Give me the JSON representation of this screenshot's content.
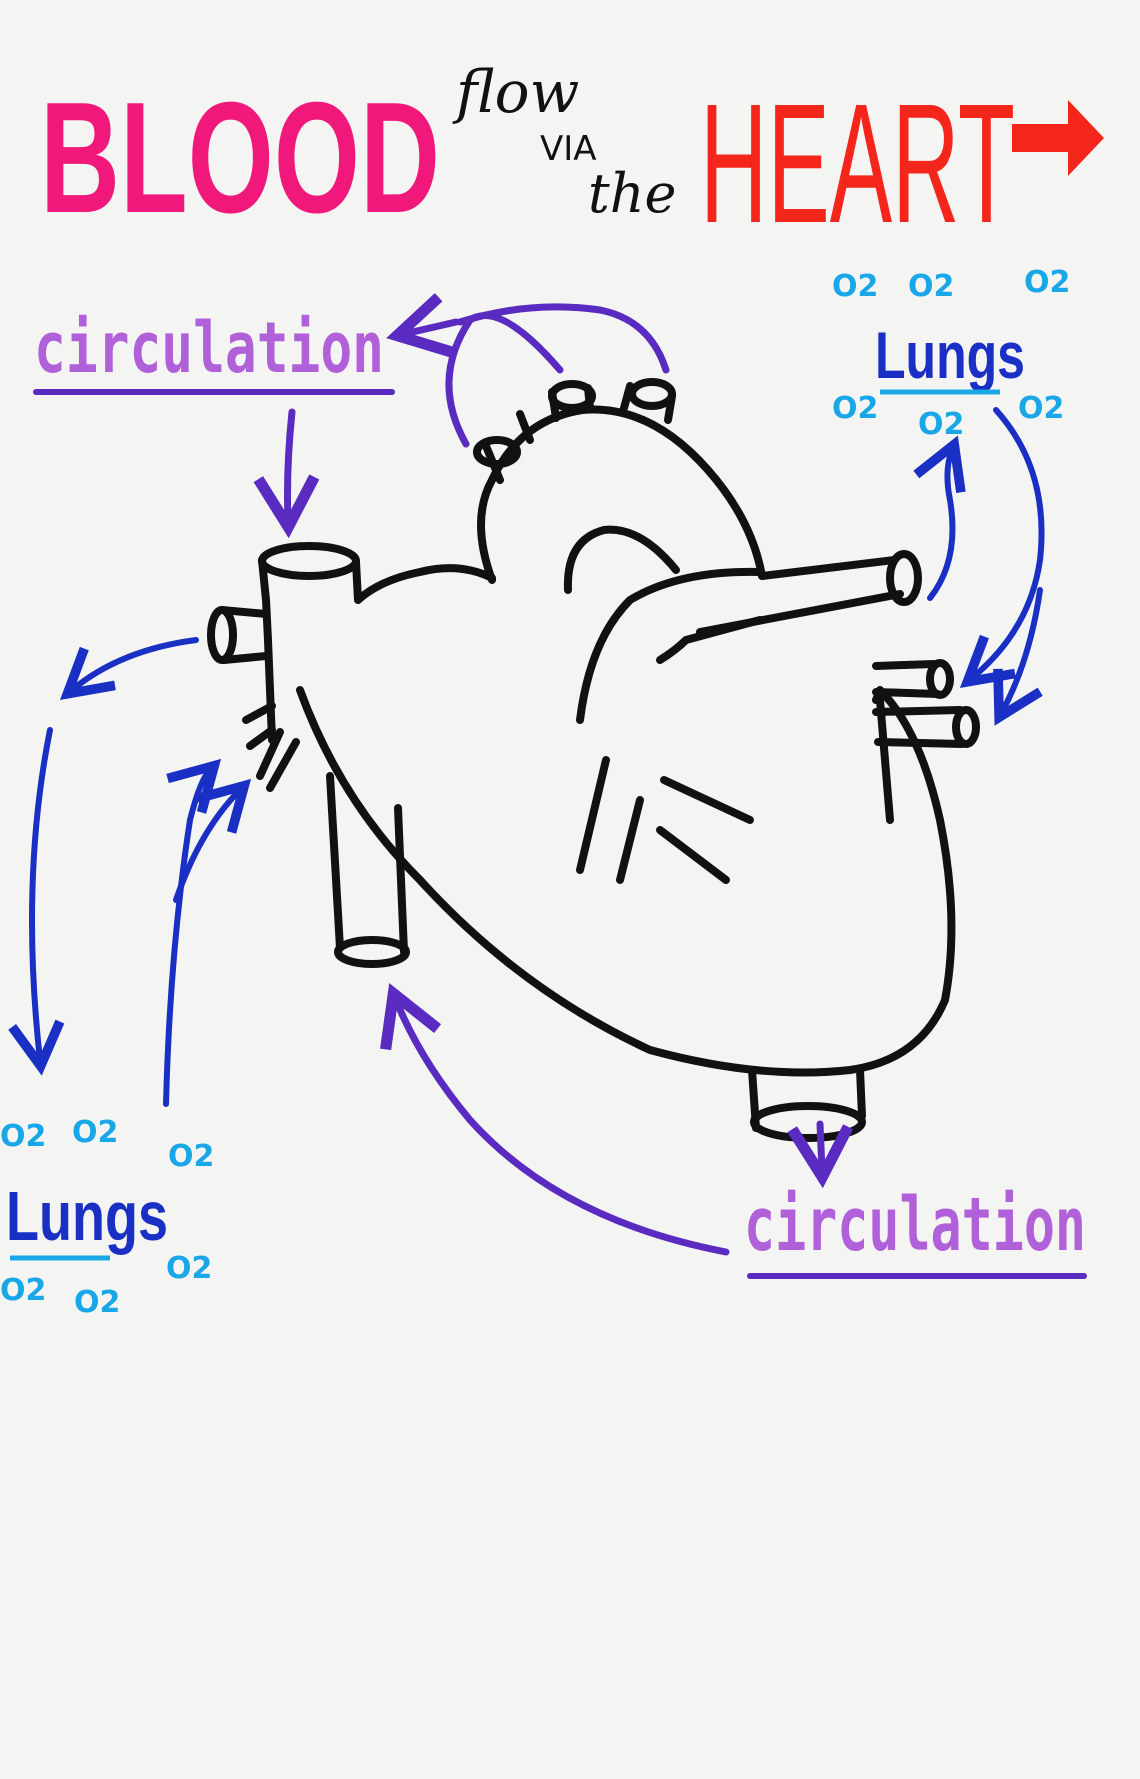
{
  "title": {
    "blood": "BLOOD",
    "flow": "flow",
    "via": "VIA",
    "the": "the",
    "heart": "HEART"
  },
  "labels": {
    "circulation_top": "circulation",
    "circulation_bottom": "circulation",
    "lungs_right": "Lungs",
    "lungs_left": "Lungs",
    "o2": "O2"
  },
  "colors": {
    "blood_pink": "#f0187a",
    "heart_red": "#f4261c",
    "circulation_purple": "#b060d8",
    "deep_purple": "#5a2bc0",
    "lungs_blue": "#1a2fc4",
    "o2_cyan": "#1aa7e8",
    "outline_black": "#111111",
    "paper": "#f4f4f2"
  },
  "icons": {
    "title_arrow": "right-arrow-icon",
    "heart": "heart-outline-icon"
  }
}
